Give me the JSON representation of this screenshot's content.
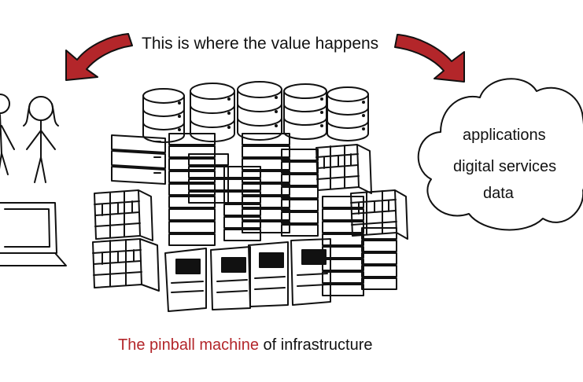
{
  "captions": {
    "top": "This is where the value happens",
    "bottom_highlight": "The pinball machine",
    "bottom_rest": " of infrastructure"
  },
  "cloud": {
    "lines": [
      "applications",
      "digital services",
      "data"
    ]
  },
  "colors": {
    "accent": "#b3262a",
    "ink": "#111111"
  },
  "icons": [
    "arrow-left-icon",
    "arrow-right-icon",
    "people-icon",
    "laptop-icon",
    "database-icon",
    "server-rack-icon",
    "firewall-icon",
    "cloud-icon"
  ]
}
